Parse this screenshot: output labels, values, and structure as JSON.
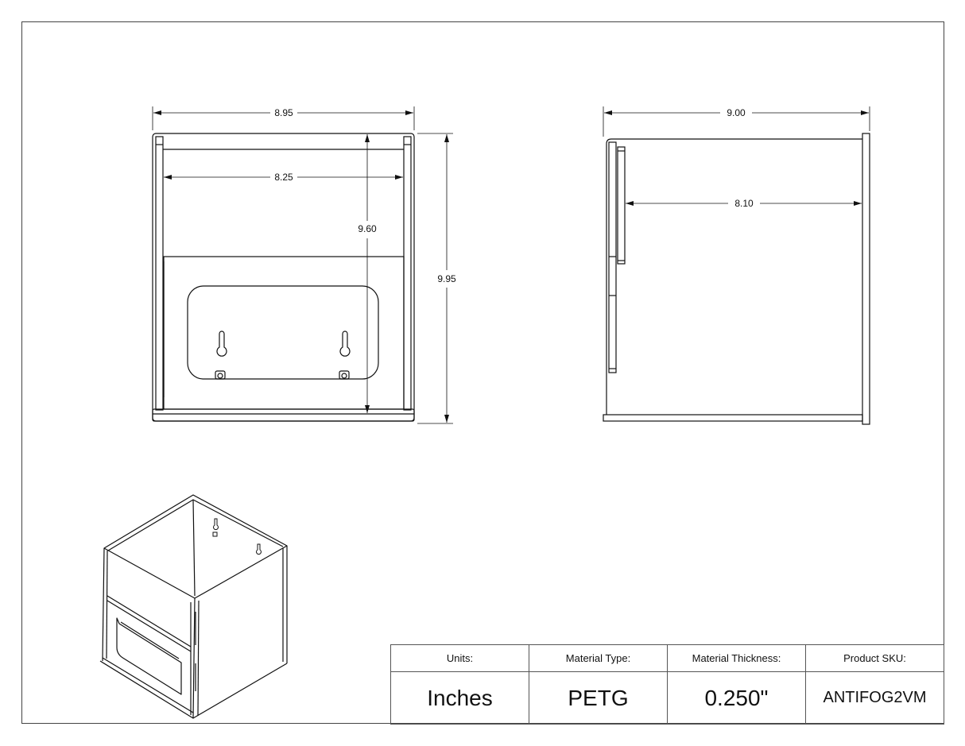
{
  "drawing": {
    "front_view": {
      "dimensions": {
        "overall_width": "8.95",
        "inner_width": "8.25",
        "inner_height": "9.60",
        "overall_height": "9.95"
      },
      "features": [
        "keyhole-slot-left",
        "keyhole-slot-right",
        "rounded-window-cutout"
      ]
    },
    "side_view": {
      "dimensions": {
        "overall_depth": "9.00",
        "inner_depth": "8.10"
      }
    },
    "isometric_view": {
      "description": "Isometric view of open-top box with front window cutout and rear keyhole mounting slots"
    }
  },
  "title_block": {
    "headers": [
      "Units:",
      "Material Type:",
      "Material Thickness:",
      "Product SKU:"
    ],
    "values": [
      "Inches",
      "PETG",
      "0.250\"",
      "ANTIFOG2VM"
    ]
  },
  "colors": {
    "line": "#111111",
    "border": "#444444",
    "background": "#ffffff"
  }
}
